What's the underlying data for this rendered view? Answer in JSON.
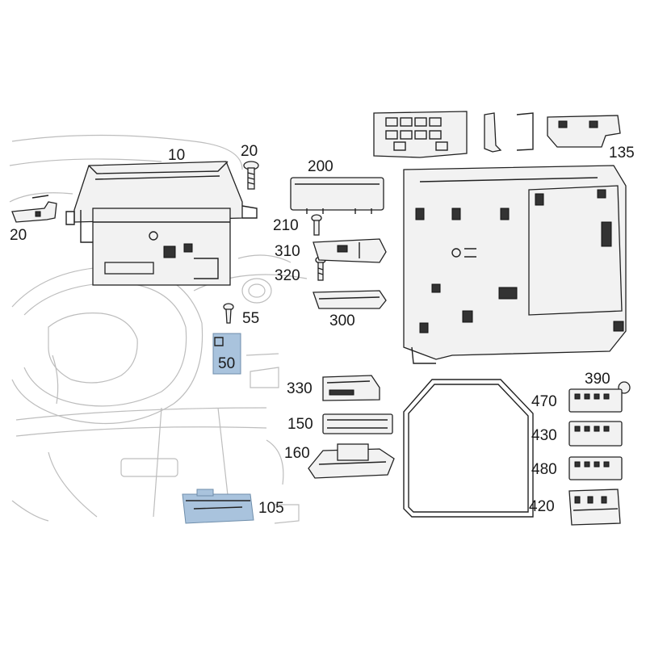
{
  "callouts": {
    "c10": "10",
    "c20_top": "20",
    "c20_left": "20",
    "c55": "55",
    "c50": "50",
    "c105": "105",
    "c200": "200",
    "c210": "210",
    "c310": "310",
    "c320": "320",
    "c300": "300",
    "c330": "330",
    "c150": "150",
    "c160": "160",
    "c135": "135",
    "c390": "390",
    "c470": "470",
    "c430": "430",
    "c480": "480",
    "c420": "420"
  },
  "colors": {
    "highlight_part": "#a9c3dd",
    "outline": "#222222",
    "background_sketch": "#bdbdbd"
  }
}
